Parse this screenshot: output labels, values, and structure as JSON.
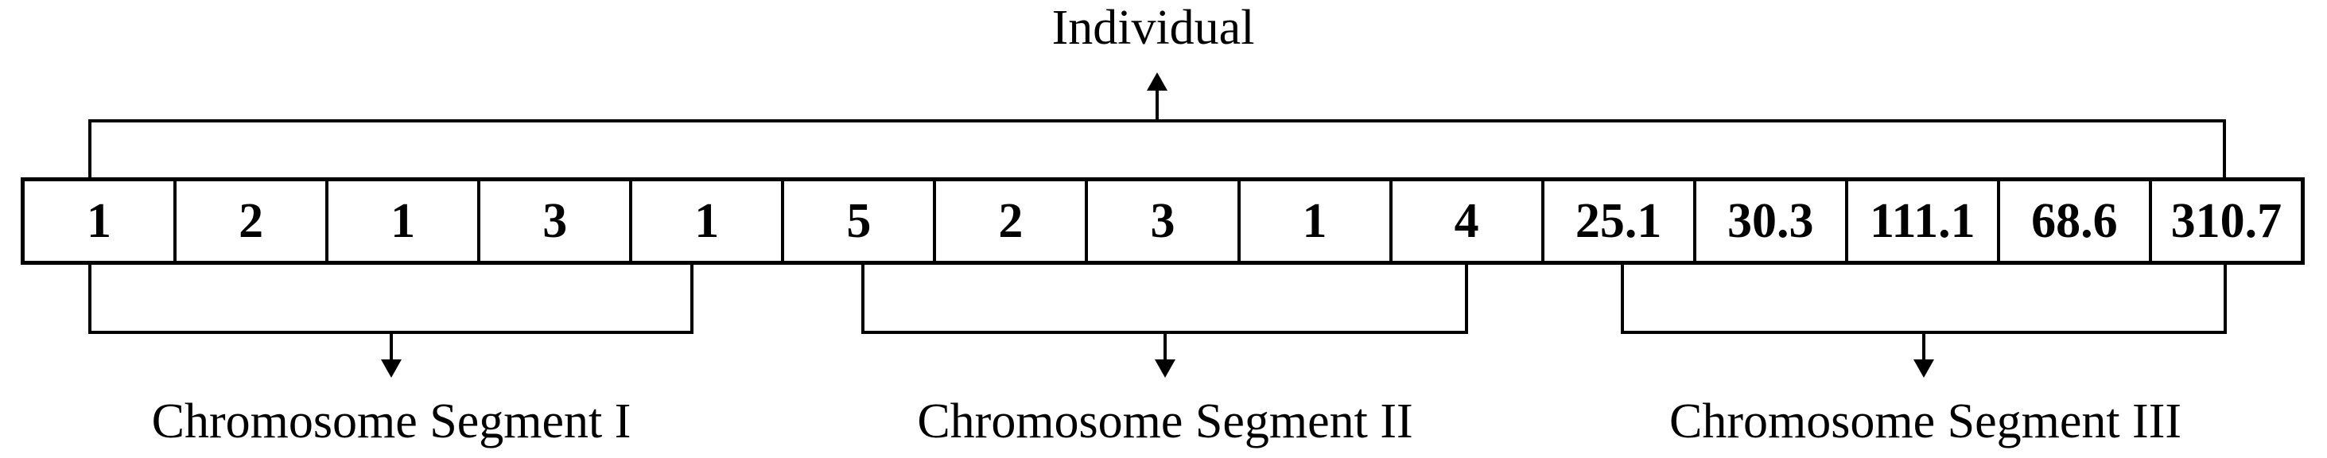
{
  "title": "Individual",
  "chromosome": {
    "segments": [
      {
        "label": "Chromosome Segment I",
        "genes": [
          "1",
          "2",
          "1",
          "3",
          "1"
        ]
      },
      {
        "label": "Chromosome Segment II",
        "genes": [
          "5",
          "2",
          "3",
          "1",
          "4"
        ]
      },
      {
        "label": "Chromosome Segment III",
        "genes": [
          "25.1",
          "30.3",
          "111.1",
          "68.6",
          "310.7"
        ]
      }
    ]
  },
  "icons": {
    "individual_pointer": "arrow-up",
    "segment_pointer": "arrow-down"
  },
  "colors": {
    "line": "#000000",
    "text": "#000000",
    "background": "#ffffff"
  }
}
